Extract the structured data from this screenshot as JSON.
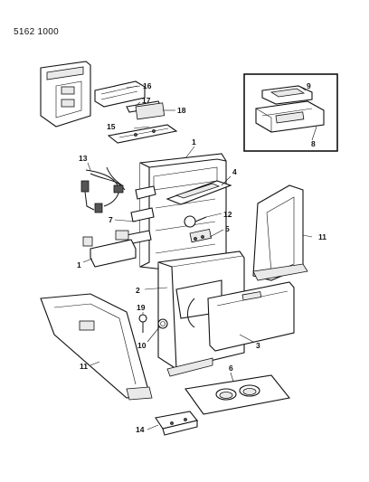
{
  "document_code": "5162 1000",
  "callouts": {
    "c1a": "1",
    "c1b": "1",
    "c2": "2",
    "c3": "3",
    "c4": "4",
    "c5": "5",
    "c6": "6",
    "c7": "7",
    "c8": "8",
    "c9": "9",
    "c10": "10",
    "c11a": "11",
    "c11b": "11",
    "c12": "12",
    "c13": "13",
    "c14": "14",
    "c15": "15",
    "c16": "16",
    "c17": "17",
    "c18": "18",
    "c19": "19"
  }
}
